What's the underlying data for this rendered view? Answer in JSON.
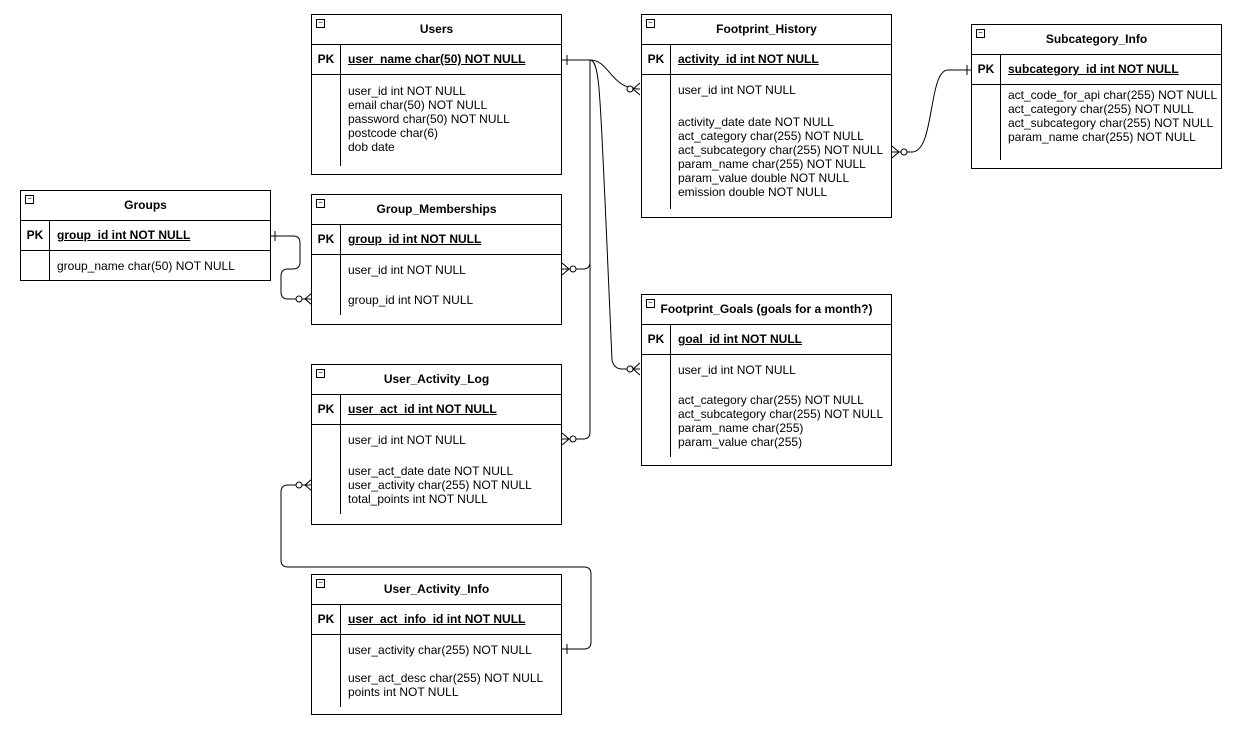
{
  "tables": {
    "users": {
      "title": "Users",
      "pk_label": "PK",
      "pk_field": "user_name char(50) NOT NULL",
      "fields": [
        "user_id int NOT NULL",
        "email char(50) NOT NULL",
        "password char(50) NOT NULL",
        "postcode char(6)",
        "dob date"
      ]
    },
    "footprint_history": {
      "title": "Footprint_History",
      "pk_label": "PK",
      "pk_field": "activity_id int NOT NULL",
      "fields_a": [
        "user_id int NOT NULL"
      ],
      "fields_b": [
        "activity_date date NOT NULL",
        "act_category char(255) NOT NULL",
        "act_subcategory char(255) NOT NULL",
        "param_name char(255) NOT NULL",
        "param_value double NOT NULL",
        "emission double NOT NULL"
      ]
    },
    "subcategory_info": {
      "title": "Subcategory_Info",
      "pk_label": "PK",
      "pk_field": "subcategory_id int NOT NULL",
      "fields": [
        "act_code_for_api char(255) NOT NULL",
        "act_category char(255) NOT NULL",
        "act_subcategory char(255) NOT NULL",
        "param_name char(255) NOT NULL"
      ]
    },
    "groups": {
      "title": "Groups",
      "pk_label": "PK",
      "pk_field": "group_id int NOT NULL",
      "fields": [
        "group_name char(50) NOT NULL"
      ]
    },
    "group_memberships": {
      "title": "Group_Memberships",
      "pk_label": "PK",
      "pk_field": "group_id int NOT NULL",
      "fields_a": [
        "user_id int NOT NULL"
      ],
      "fields_b": [
        "group_id int NOT NULL"
      ]
    },
    "footprint_goals": {
      "title": "Footprint_Goals (goals for a month?)",
      "pk_label": "PK",
      "pk_field": "goal_id int NOT NULL",
      "fields_a": [
        "user_id int NOT NULL"
      ],
      "fields_b": [
        "act_category char(255) NOT NULL",
        "act_subcategory char(255) NOT NULL",
        "param_name char(255)",
        "param_value char(255)"
      ]
    },
    "user_activity_log": {
      "title": "User_Activity_Log",
      "pk_label": "PK",
      "pk_field": "user_act_id int NOT NULL",
      "fields_a": [
        "user_id int NOT NULL"
      ],
      "fields_b": [
        "user_act_date date NOT NULL",
        "user_activity char(255) NOT NULL",
        "total_points int NOT NULL"
      ]
    },
    "user_activity_info": {
      "title": "User_Activity_Info",
      "pk_label": "PK",
      "pk_field": "user_act_info_id int NOT NULL",
      "fields_a": [
        "user_activity char(255) NOT NULL"
      ],
      "fields_b": [
        "user_act_desc char(255) NOT NULL",
        "points int NOT NULL"
      ]
    }
  },
  "colors": {
    "line": "#000000",
    "background": "#ffffff"
  }
}
